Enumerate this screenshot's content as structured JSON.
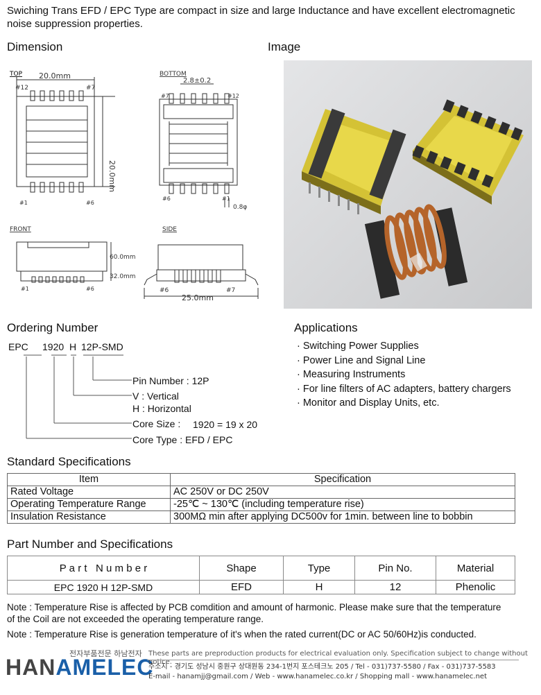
{
  "intro": "Swiching Trans EFD / EPC Type are compact in size and large Inductance and have excellent electromagnetic noise suppression properties.",
  "dimension": {
    "heading": "Dimension",
    "top_label": "TOP",
    "top_width": "20.0mm",
    "top_pin12": "#12",
    "top_pin7": "#7",
    "top_height": "20.0mm",
    "top_pin1": "#1",
    "top_pin6": "#6",
    "bottom_label": "BOTTOM",
    "bottom_pitch": "2.8±0.2",
    "bottom_pin7": "#7",
    "bottom_pin12": "#12",
    "bottom_pin6": "#6",
    "bottom_pin1": "#1",
    "bottom_pin_dia": "0.8φ",
    "front_label": "FRONT",
    "front_h1": "60.0mm",
    "front_h2": "32.0mm",
    "front_pin1": "#1",
    "front_pin6": "#6",
    "side_label": "SIDE",
    "side_pin6": "#6",
    "side_pin7": "#7",
    "side_width": "25.0mm"
  },
  "image": {
    "heading": "Image"
  },
  "ordering": {
    "heading": "Ordering Number",
    "code_parts": [
      "EPC",
      "1920",
      "H",
      "12P-SMD"
    ],
    "pin_number": "Pin Number : 12P",
    "v": "V : Vertical",
    "h": "H : Horizontal",
    "core_size_label": "Core Size :",
    "core_size_value": "1920 = 19 x 20",
    "core_type": "Core Type : EFD / EPC"
  },
  "applications": {
    "heading": "Applications",
    "items": [
      "· Switching Power Supplies",
      "· Power Line and Signal Line",
      "· Measuring Instruments",
      "· For line filters of AC adapters, battery chargers",
      "· Monitor and Display Units, etc."
    ]
  },
  "standard_specs": {
    "heading": "Standard Specifications",
    "header": [
      "Item",
      "Specification"
    ],
    "rows": [
      [
        "Rated Voltage",
        "AC 250V or DC 250V"
      ],
      [
        "Operating Temperature Range",
        "-25℃ ~ 130℃ (including temperature rise)"
      ],
      [
        "Insulation Resistance",
        "300MΩ min after applying DC500v for 1min. between line to bobbin"
      ]
    ]
  },
  "part_specs": {
    "heading": "Part Number and Specifications",
    "header": [
      "P a r t   N u m b e r",
      "Shape",
      "Type",
      "Pin No.",
      "Material"
    ],
    "row": [
      "EPC 1920 H 12P-SMD",
      "EFD",
      "H",
      "12",
      "Phenolic"
    ]
  },
  "notes": [
    "Note : Temperature Rise is affected by PCB comdition and amount of harmonic. Please make sure that the temperature of the Coil are not exceeded the operating temperature range.",
    "Note : Temperature Rise is generation temperature of it's when the rated current(DC or AC 50/60Hz)is conducted."
  ],
  "footer": {
    "logo_left": "HAN",
    "logo_right": "AMELEC",
    "tagline_ko": "전자부품전문 하남전자",
    "disclaimer": "These parts are preproduction products for electrical evaluation only. Specification subject to change without notice.",
    "address": "주소지 - 경기도 성남시 중원구 상대원동 234-1번지 포스테크노 205  /  Tel - 031)737-5580  /  Fax - 031)737-5583",
    "contact": "E-mail - hanamjj@gmail.com  /  Web - www.hanamelec.co.kr  /  Shopping mall - www.hanamelec.net"
  },
  "colors": {
    "coil_yellow": "#e8d84a",
    "copper": "#b5642a",
    "core_dark": "#3a3a3a",
    "logo_blue": "#1a5fa8"
  }
}
